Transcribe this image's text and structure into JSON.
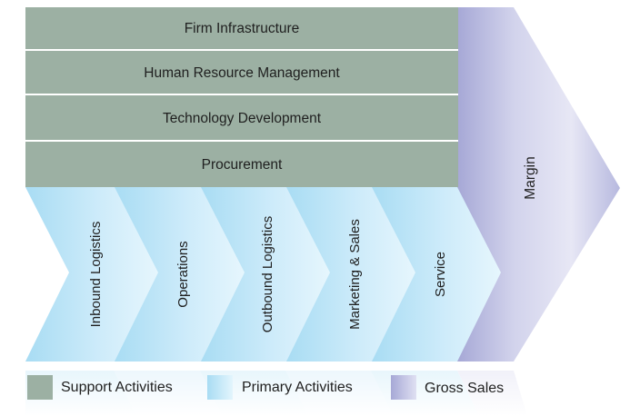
{
  "diagram": {
    "support_activities": [
      "Firm Infrastructure",
      "Human Resource Management",
      "Technology Development",
      "Procurement"
    ],
    "primary_activities": [
      "Inbound Logistics",
      "Operations",
      "Outbound Logistics",
      "Marketing & Sales",
      "Service"
    ],
    "margin_label": "Margin"
  },
  "legend": {
    "support": "Support Activities",
    "primary": "Primary Activities",
    "gross": "Gross Sales"
  },
  "colors": {
    "support_fill": "#9cb0a3",
    "support_divider": "#ffffff",
    "primary_light": "#d8f1fc",
    "primary_dark": "#a8dcf3",
    "margin_light": "#e9e9f6",
    "margin_dark": "#a6a8d6",
    "text": "#1f1f1f"
  }
}
